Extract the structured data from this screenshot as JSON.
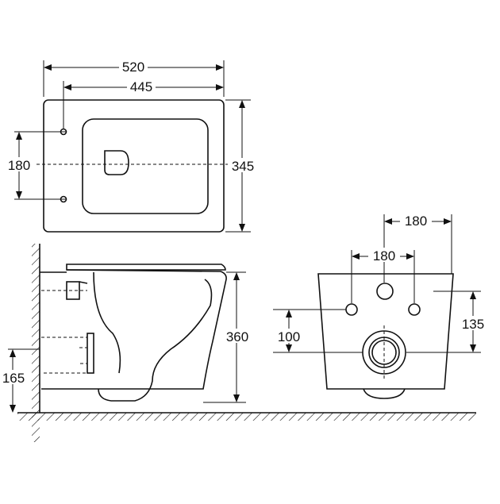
{
  "top_view": {
    "width_outer": "520",
    "width_inner": "445",
    "bolt_spacing": "180",
    "depth": "345"
  },
  "side_view": {
    "height": "360",
    "outlet_height": "165"
  },
  "back_view": {
    "top_spacing": "180",
    "bolt_spacing": "180",
    "bolt_height": "100",
    "inlet_height": "135"
  }
}
